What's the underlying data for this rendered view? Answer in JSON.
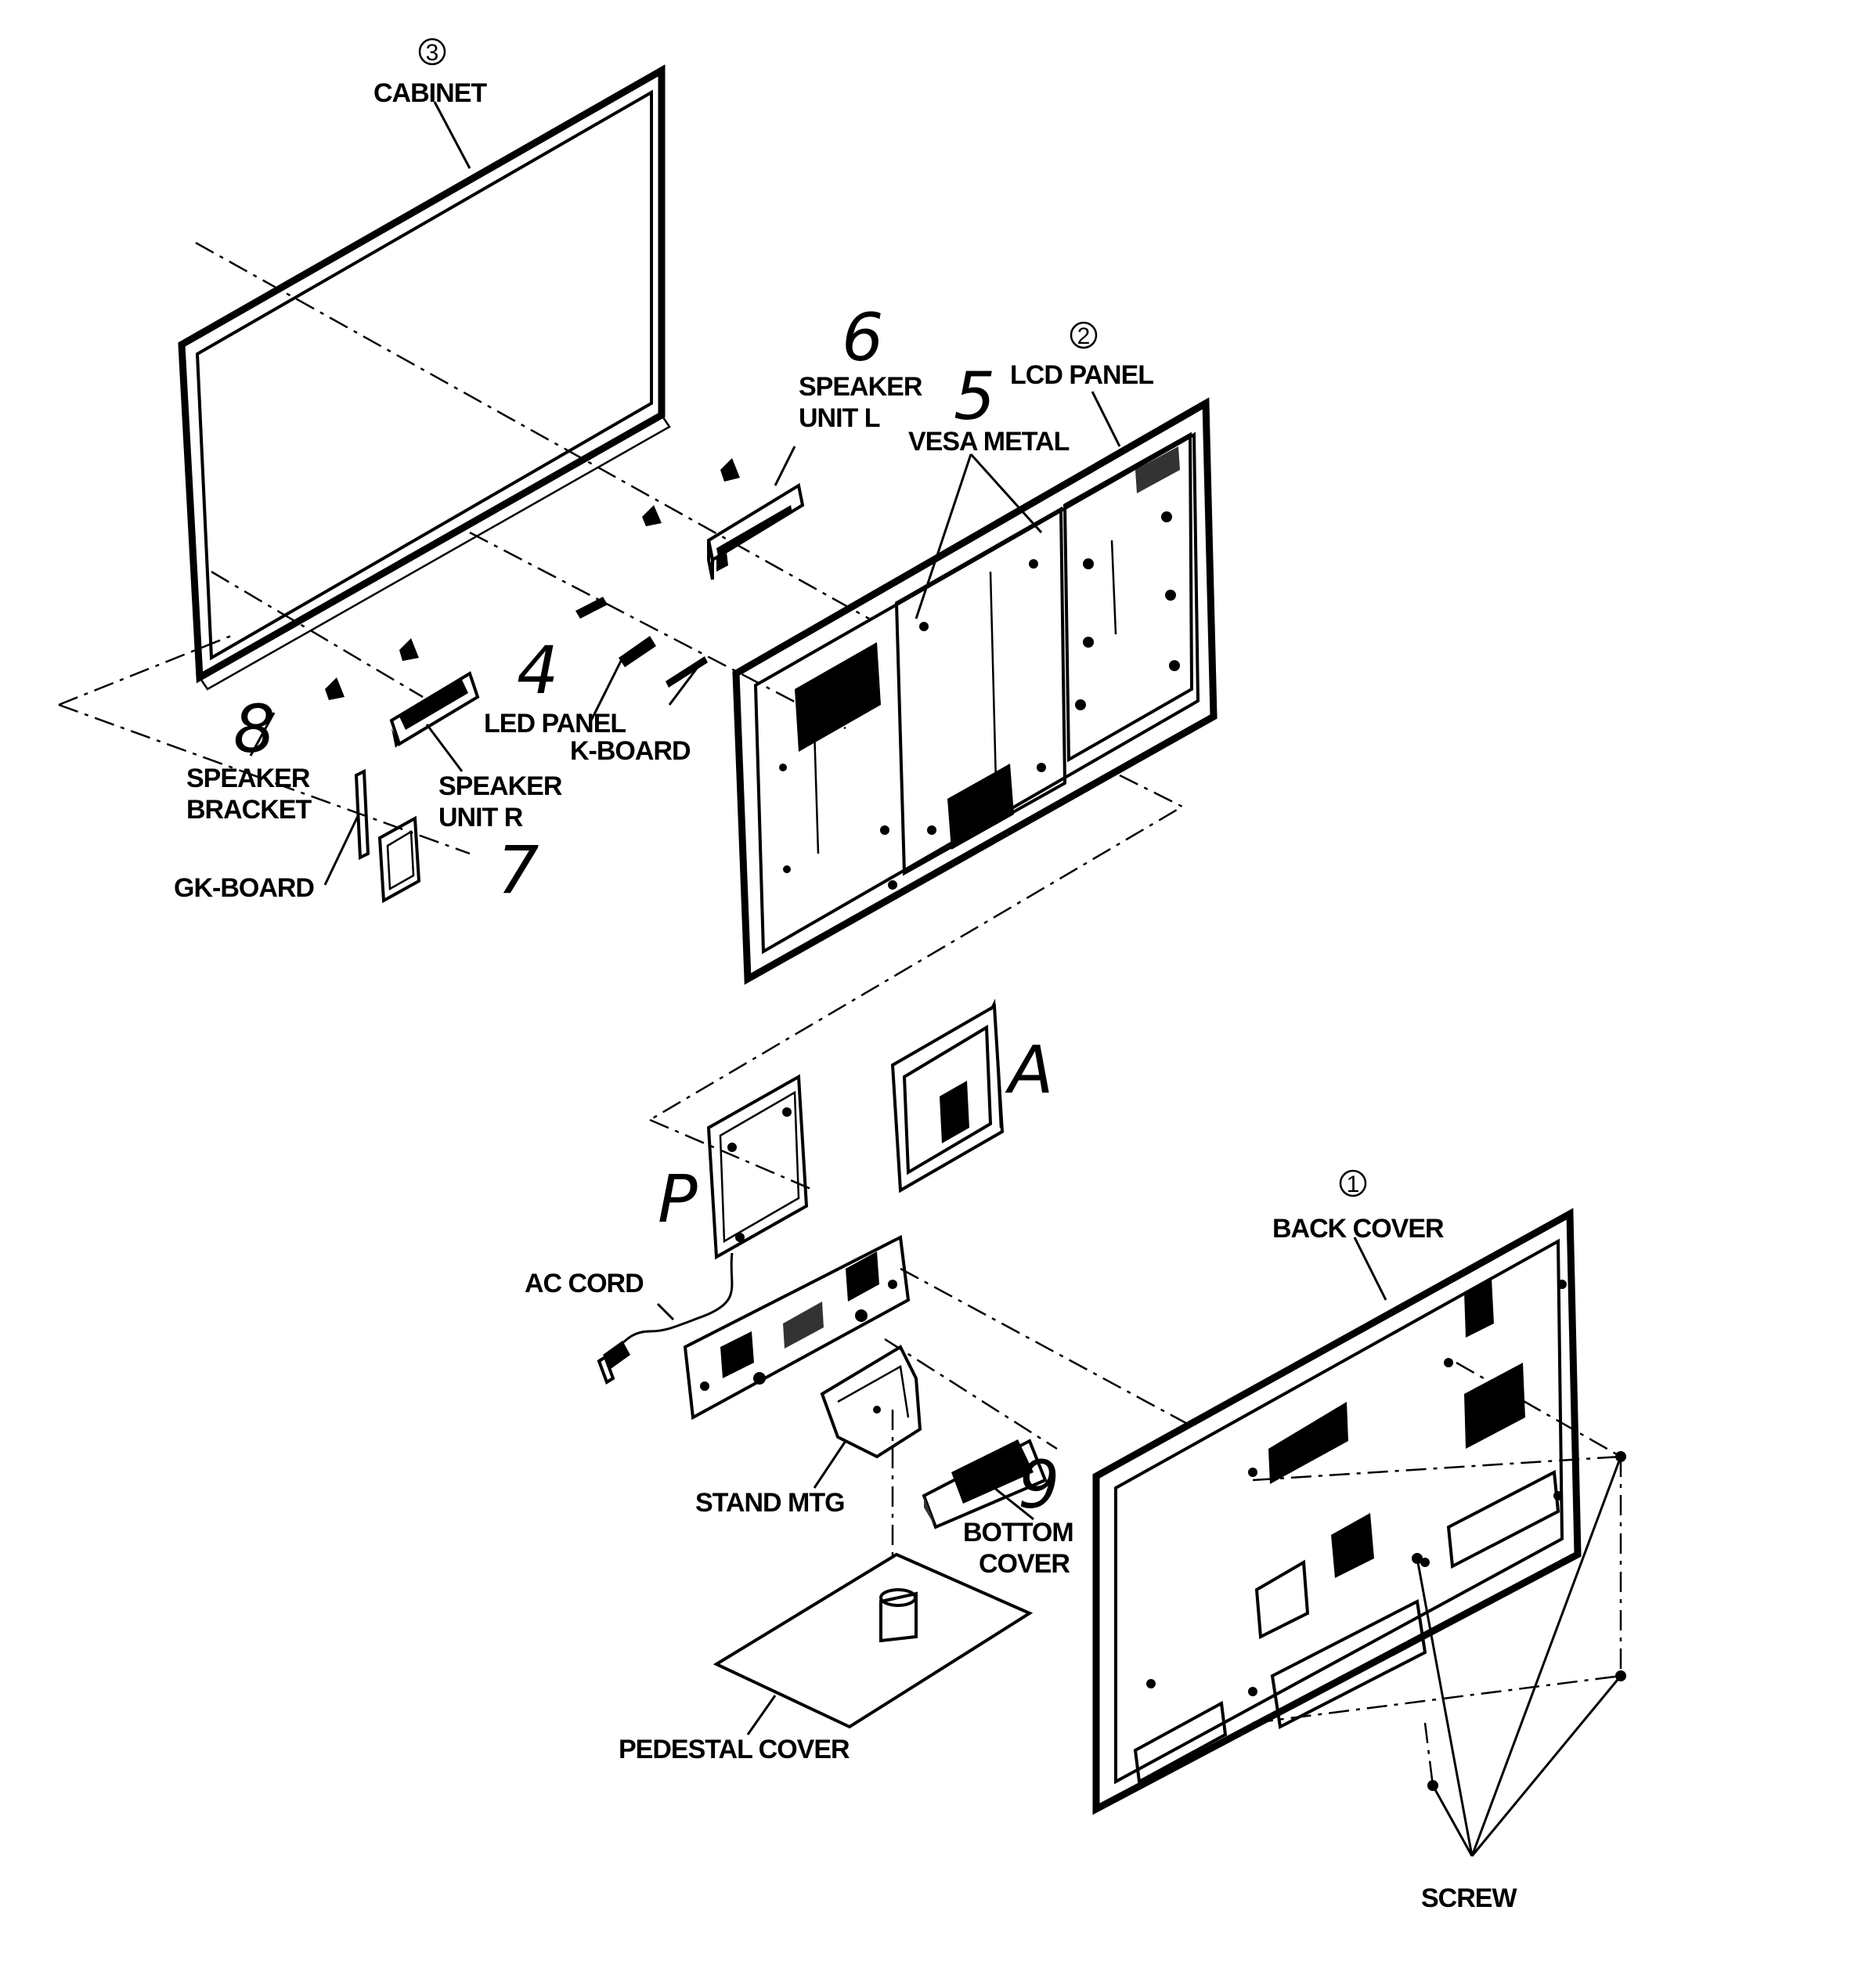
{
  "labels": {
    "cabinet": "CABINET",
    "lcd_panel": "LCD PANEL",
    "speaker_unit_l_line1": "SPEAKER",
    "speaker_unit_l_line2": "UNIT L",
    "vesa_metal": "VESA METAL",
    "led_panel": "LED PANEL",
    "k_board": "K-BOARD",
    "speaker_bracket_line1": "SPEAKER",
    "speaker_bracket_line2": "BRACKET",
    "speaker_unit_r_line1": "SPEAKER",
    "speaker_unit_r_line2": "UNIT R",
    "gk_board": "GK-BOARD",
    "back_cover": "BACK COVER",
    "ac_cord": "AC CORD",
    "stand_mtg": "STAND MTG",
    "bottom_cover_line1": "BOTTOM",
    "bottom_cover_line2": "COVER",
    "pedestal_cover": "PEDESTAL COVER",
    "screw": "SCREW"
  },
  "circled_numbers": {
    "cabinet": "3",
    "lcd_panel": "2",
    "back_cover": "1"
  },
  "handwritten_marks": {
    "speaker_unit_l": "6",
    "vesa_metal": "5",
    "led_panel": "4",
    "speaker_bracket": "8",
    "speaker_unit_r": "7",
    "board_a": "A",
    "board_p": "P",
    "bottom_cover": "9"
  }
}
